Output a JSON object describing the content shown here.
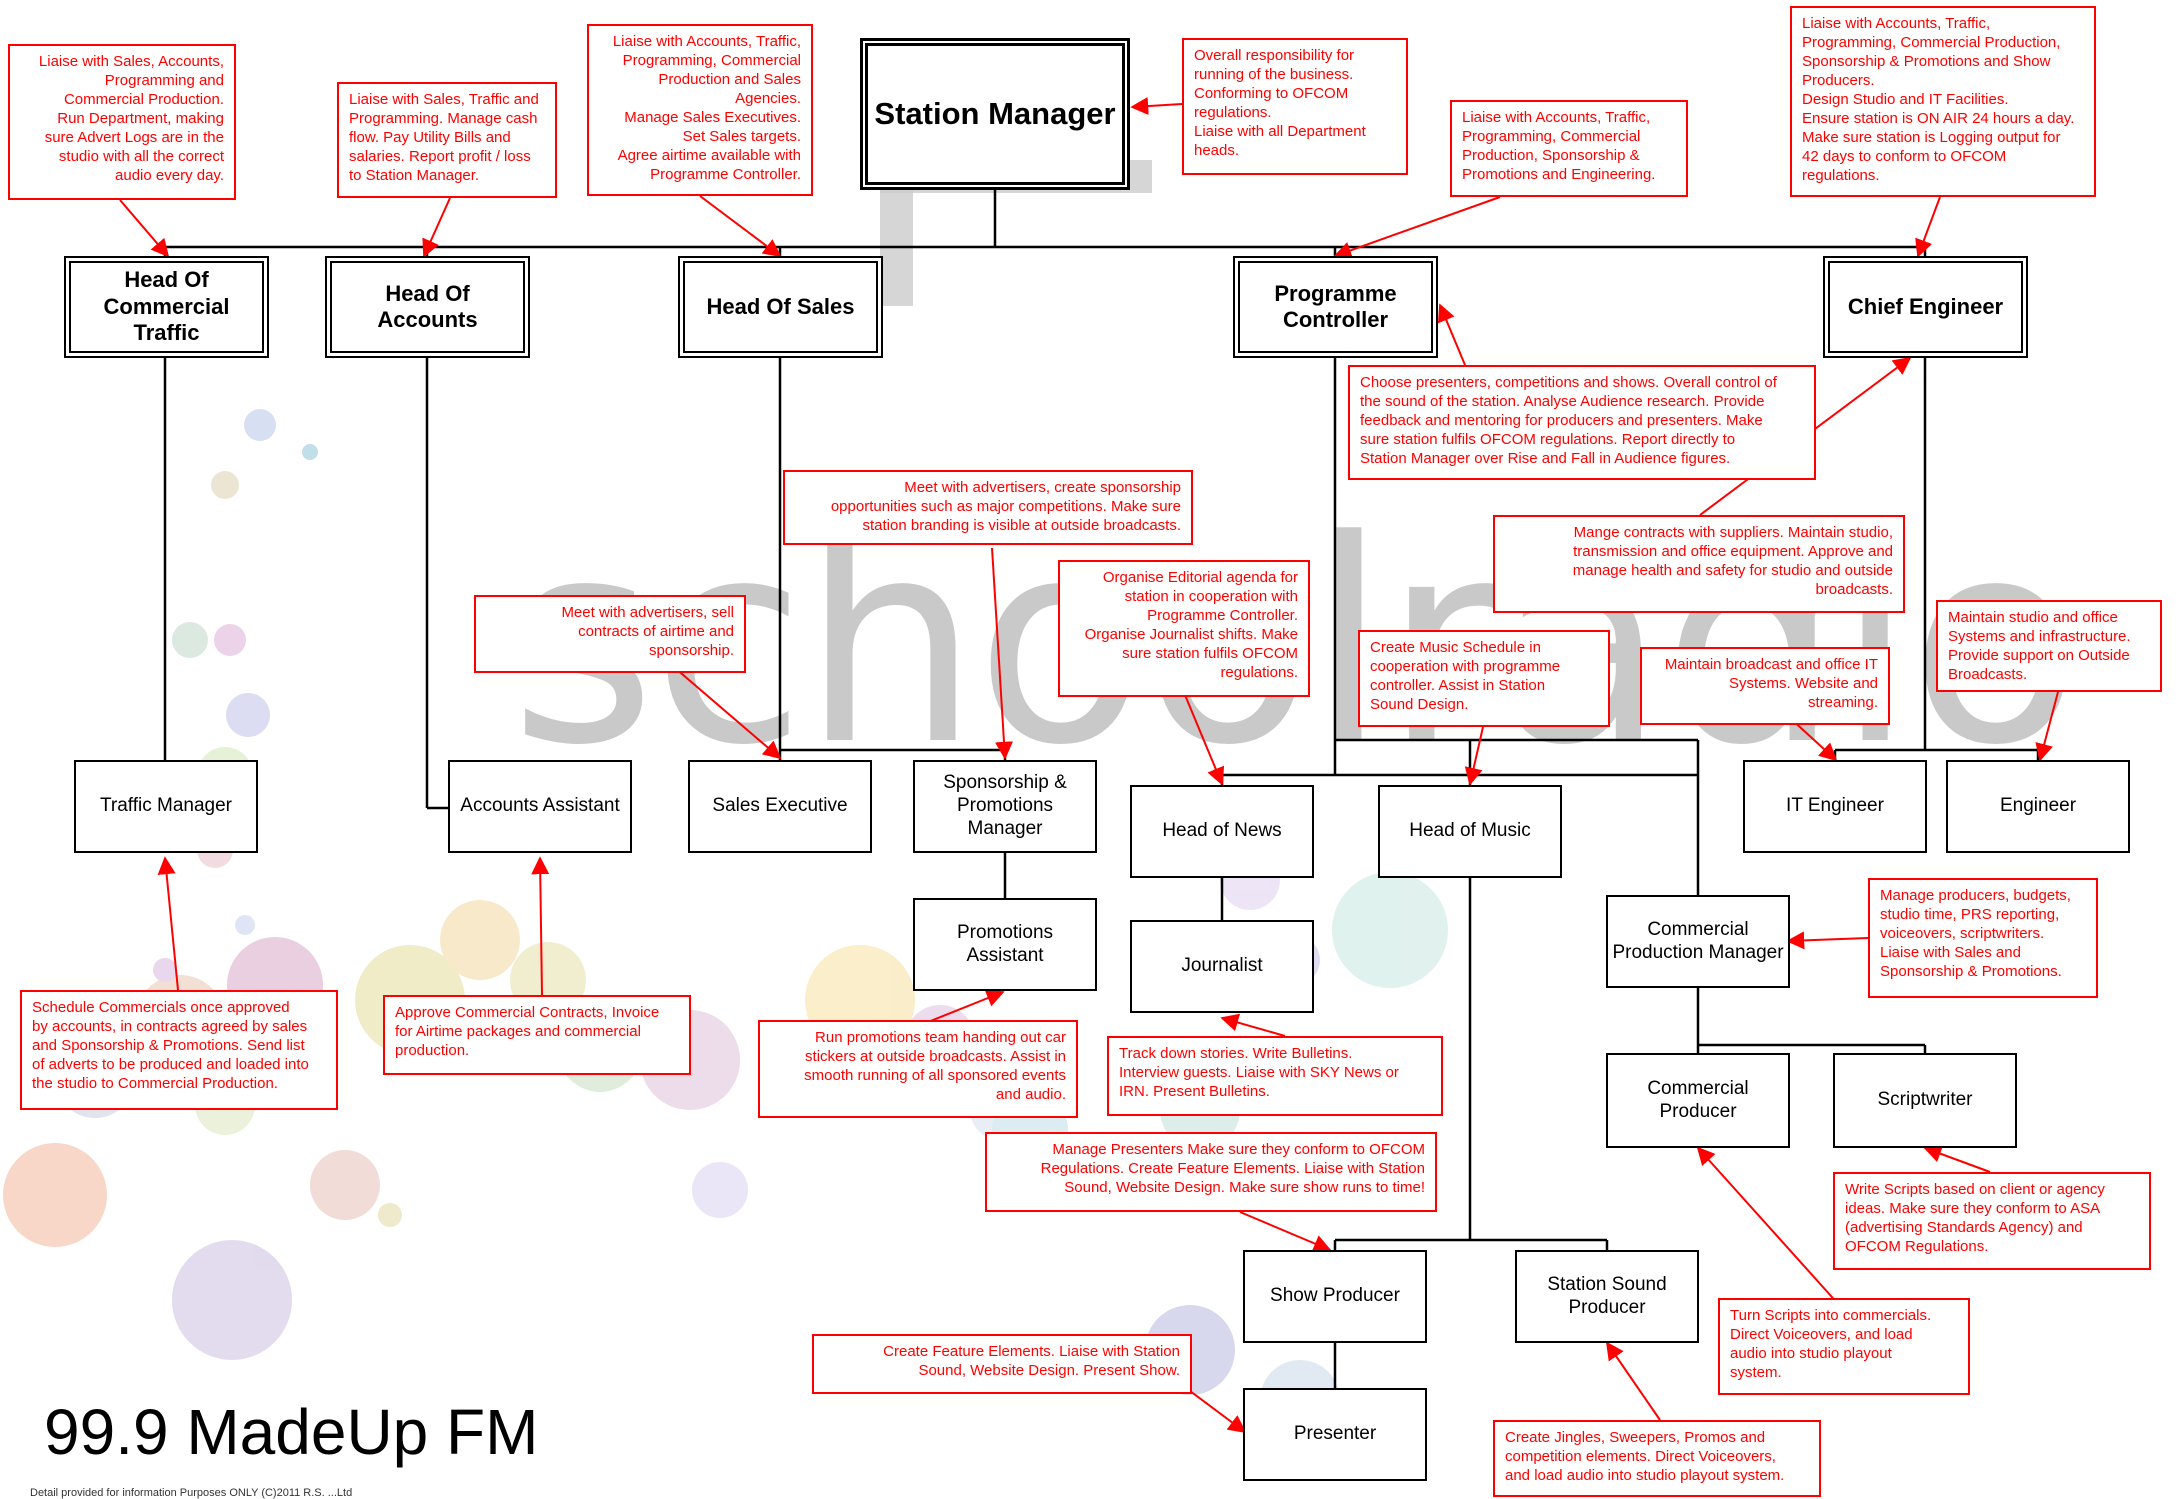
{
  "watermark": "schoolradio",
  "title": "99.9 MadeUp FM",
  "footer": "Detail provided for information Purposes ONLY (C)2011 R.S. ...Ltd",
  "roles": {
    "station_manager": "Station Manager",
    "head_traffic": "Head Of\nCommercial Traffic",
    "head_accounts": "Head Of Accounts",
    "head_sales": "Head Of Sales",
    "programme_controller": "Programme\nController",
    "chief_engineer": "Chief Engineer",
    "traffic_manager": "Traffic Manager",
    "accounts_assistant": "Accounts Assistant",
    "sales_executive": "Sales Executive",
    "sponsorship_manager": "Sponsorship &\nPromotions Manager",
    "promotions_assistant": "Promotions Assistant",
    "head_news": "Head of News",
    "head_music": "Head of Music",
    "journalist": "Journalist",
    "it_engineer": "IT Engineer",
    "engineer": "Engineer",
    "commercial_production_manager": "Commercial\nProduction Manager",
    "commercial_producer": "Commercial\nProducer",
    "scriptwriter": "Scriptwriter",
    "show_producer": "Show Producer",
    "station_sound_producer": "Station Sound\nProducer",
    "presenter": "Presenter"
  },
  "notes": {
    "traffic_head": "Liaise with Sales, Accounts,\nProgramming and\nCommercial Production.\nRun Department, making\nsure Advert Logs are in the\nstudio with all the correct\naudio every day.",
    "accounts_head": "Liaise with Sales, Traffic and\nProgramming. Manage cash\nflow. Pay Utility Bills and\nsalaries. Report profit / loss\nto Station Manager.",
    "sales_head": "Liaise with Accounts, Traffic,\nProgramming, Commercial\nProduction and Sales\nAgencies.\nManage Sales Executives.\nSet Sales targets.\nAgree airtime available with\nProgramme Controller.",
    "station_manager": "Overall responsibility for\nrunning of the business.\nConforming to OFCOM\nregulations.\nLiaise with all Department\nheads.",
    "programme_controller": "Liaise with Accounts, Traffic,\nProgramming, Commercial\nProduction, Sponsorship &\nPromotions and Engineering.",
    "chief_engineer": "Liaise with Accounts, Traffic,\nProgramming, Commercial Production,\nSponsorship & Promotions and Show\nProducers.\nDesign Studio and IT Facilities.\nEnsure station is ON AIR 24 hours a day.\nMake sure station is Logging output for\n42 days to conform to OFCOM\nregulations.",
    "programme_controller_duties": "Choose presenters, competitions and shows. Overall control of\nthe sound of the station. Analyse Audience research. Provide\nfeedback and mentoring for producers and presenters. Make\nsure station fulfils OFCOM regulations. Report directly to\nStation Manager over Rise and Fall in Audience figures.",
    "chief_engineer_duties": "Mange contracts with suppliers. Maintain studio,\ntransmission and office equipment. Approve and\nmanage health and safety for studio and outside\nbroadcasts.",
    "sponsorship_manager": "Meet with advertisers, create sponsorship\nopportunities such as major competitions. Make sure\nstation branding is visible at outside broadcasts.",
    "sales_executive": "Meet with advertisers, sell\ncontracts of airtime and\nsponsorship.",
    "head_news": "Organise Editorial agenda for\nstation in cooperation with\nProgramme Controller.\nOrganise Journalist shifts. Make\nsure station fulfils OFCOM\nregulations.",
    "head_music": "Create Music Schedule in\ncooperation with programme\ncontroller. Assist in Station\nSound Design.",
    "it_engineer": "Maintain broadcast and office IT\nSystems. Website and\nstreaming.",
    "engineer": "Maintain studio and office\nSystems and infrastructure.\nProvide support on Outside\nBroadcasts.",
    "commercial_production_manager": "Manage producers, budgets,\nstudio time, PRS reporting,\nvoiceovers, scriptwriters.\nLiaise with Sales and\nSponsorship & Promotions.",
    "traffic_manager": "Schedule Commercials once approved\nby accounts, in contracts agreed by sales\nand Sponsorship & Promotions. Send list\nof adverts to be produced and loaded into\nthe studio to Commercial Production.",
    "accounts_assistant": "Approve Commercial Contracts, Invoice\nfor Airtime packages and commercial\nproduction.",
    "promotions_assistant": "Run promotions team handing out car\nstickers at outside broadcasts. Assist in\nsmooth running of all sponsored events\nand audio.",
    "journalist": "Track down stories. Write Bulletins.\nInterview guests. Liaise with SKY News or\nIRN. Present Bulletins.",
    "show_producer": "Manage Presenters Make sure they conform to  OFCOM\nRegulations. Create Feature Elements. Liaise with Station\nSound, Website Design. Make sure show runs to time!",
    "scriptwriter": "Write Scripts based on client or agency\nideas. Make sure they conform to ASA\n(advertising Standards Agency) and\nOFCOM Regulations.",
    "commercial_producer": "Turn Scripts into commercials.\nDirect Voiceovers, and load\naudio into studio playout\nsystem.",
    "presenter": "Create Feature Elements. Liaise with Station\nSound, Website Design. Present Show.",
    "station_sound_producer": "Create Jingles, Sweepers, Promos and\ncompetition elements. Direct Voiceovers,\nand load audio into studio playout system."
  },
  "colors": {
    "note": "#ff0000",
    "line": "#000000"
  }
}
